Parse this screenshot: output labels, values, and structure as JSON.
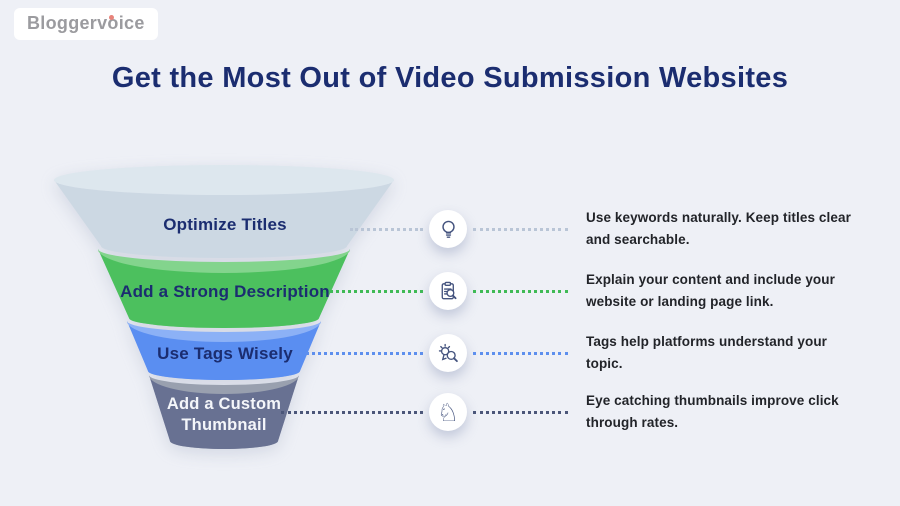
{
  "background_color": "#eef0f6",
  "logo": {
    "text": "Bloggervoice"
  },
  "header": {
    "title": "Get the Most Out of Video Submission Websites",
    "title_color": "#1b2d70"
  },
  "funnel": {
    "stages": [
      {
        "label": "Optimize Titles",
        "color": "#ccd8e3",
        "lip_color": "#dde7ee",
        "label_color": "#1b2d70"
      },
      {
        "label": "Add a Strong Description",
        "color": "#4cc05e",
        "lip_color": "#83d48d",
        "label_color": "#1b2d70"
      },
      {
        "label": "Use Tags Wisely",
        "color": "#5a8ef1",
        "lip_color": "#8cb1f6",
        "label_color": "#1b2d70"
      },
      {
        "label": "Add a Custom Thumbnail",
        "color": "#687192",
        "lip_color": "#99a0af",
        "label_color": "#f4f6fa"
      }
    ]
  },
  "rows": [
    {
      "icon": "lightbulb-icon",
      "dot_color": "#b9c5d6",
      "description": "Use keywords naturally. Keep titles clear and searchable."
    },
    {
      "icon": "clipboard-search-icon",
      "dot_color": "#3fba55",
      "description": "Explain your content and include your website or landing page link."
    },
    {
      "icon": "idea-search-icon",
      "dot_color": "#5d8fee",
      "description": "Tags help platforms understand your topic."
    },
    {
      "icon": "chess-knight-icon",
      "dot_color": "#4b5679",
      "glyph": "♘",
      "description": "Eye catching thumbnails improve click through rates."
    }
  ]
}
